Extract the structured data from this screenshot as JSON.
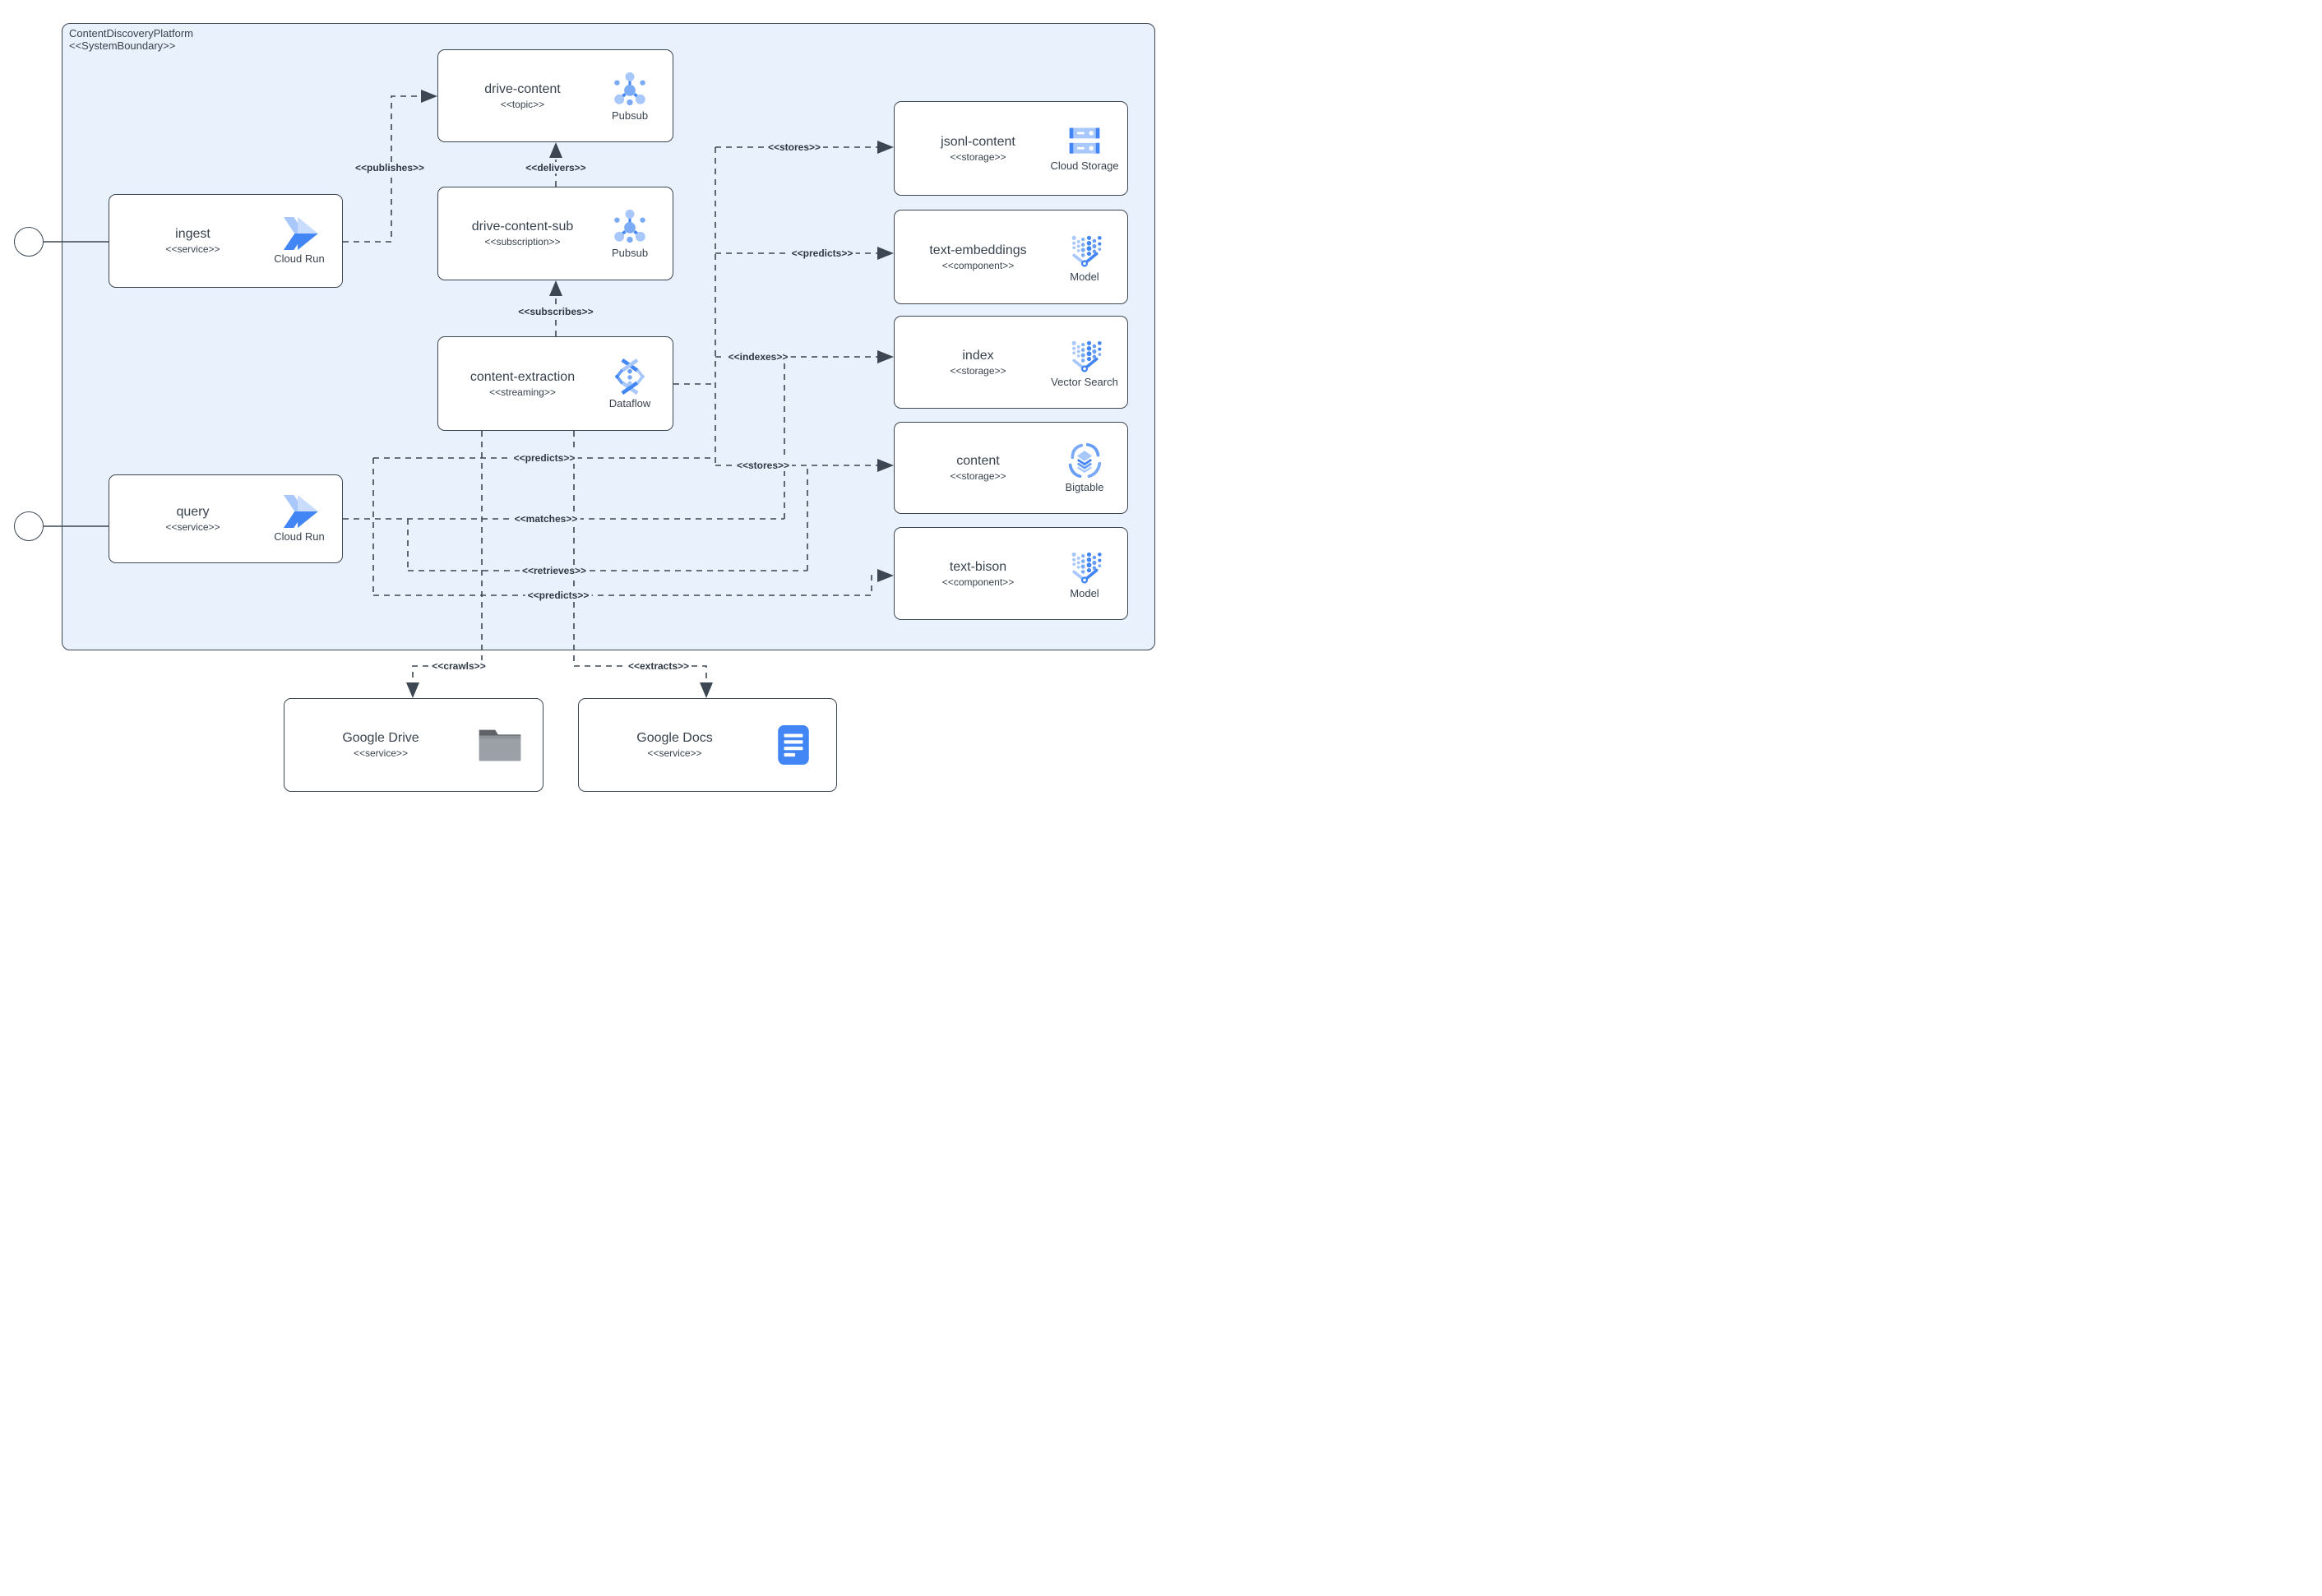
{
  "boundary": {
    "name": "ContentDiscoveryPlatform",
    "stereotype": "<<SystemBoundary>>"
  },
  "nodes": {
    "ingest": {
      "title": "ingest",
      "stereotype": "<<service>>",
      "tech": "Cloud Run",
      "icon": "cloud-run-icon"
    },
    "query": {
      "title": "query",
      "stereotype": "<<service>>",
      "tech": "Cloud Run",
      "icon": "cloud-run-icon"
    },
    "drive_content": {
      "title": "drive-content",
      "stereotype": "<<topic>>",
      "tech": "Pubsub",
      "icon": "pubsub-icon"
    },
    "drive_content_sub": {
      "title": "drive-content-sub",
      "stereotype": "<<subscription>>",
      "tech": "Pubsub",
      "icon": "pubsub-icon"
    },
    "content_extraction": {
      "title": "content-extraction",
      "stereotype": "<<streaming>>",
      "tech": "Dataflow",
      "icon": "dataflow-icon"
    },
    "jsonl_content": {
      "title": "jsonl-content",
      "stereotype": "<<storage>>",
      "tech": "Cloud Storage",
      "icon": "cloud-storage-icon"
    },
    "text_embeddings": {
      "title": "text-embeddings",
      "stereotype": "<<component>>",
      "tech": "Model",
      "icon": "model-icon"
    },
    "index": {
      "title": "index",
      "stereotype": "<<storage>>",
      "tech": "Vector Search",
      "icon": "vector-search-icon"
    },
    "content": {
      "title": "content",
      "stereotype": "<<storage>>",
      "tech": "Bigtable",
      "icon": "bigtable-icon"
    },
    "text_bison": {
      "title": "text-bison",
      "stereotype": "<<component>>",
      "tech": "Model",
      "icon": "model-icon"
    },
    "google_drive": {
      "title": "Google Drive",
      "stereotype": "<<service>>",
      "tech": "",
      "icon": "folder-icon"
    },
    "google_docs": {
      "title": "Google Docs",
      "stereotype": "<<service>>",
      "tech": "",
      "icon": "docs-icon"
    }
  },
  "edges": {
    "publishes": "<<publishes>>",
    "delivers": "<<delivers>>",
    "subscribes": "<<subscribes>>",
    "stores_jsonl": "<<stores>>",
    "predicts_embeddings": "<<predicts>>",
    "indexes": "<<indexes>>",
    "stores_content": "<<stores>>",
    "predicts_query": "<<predicts>>",
    "matches": "<<matches>>",
    "retrieves": "<<retrieves>>",
    "predicts_bison": "<<predicts>>",
    "crawls": "<<crawls>>",
    "extracts": "<<extracts>>"
  },
  "colors": {
    "boundary_fill": "#e9f1fc",
    "stroke": "#3c4753",
    "text": "#39434e",
    "blue_primary": "#4285f4",
    "blue_mid": "#669df6",
    "blue_soft": "#7baaf7",
    "blue_light": "#a8c7fa",
    "blue_pale": "#c9dcfc",
    "gray_dark": "#5f6368",
    "gray_mid": "#8e9196",
    "gray_light": "#9aa0a6"
  }
}
